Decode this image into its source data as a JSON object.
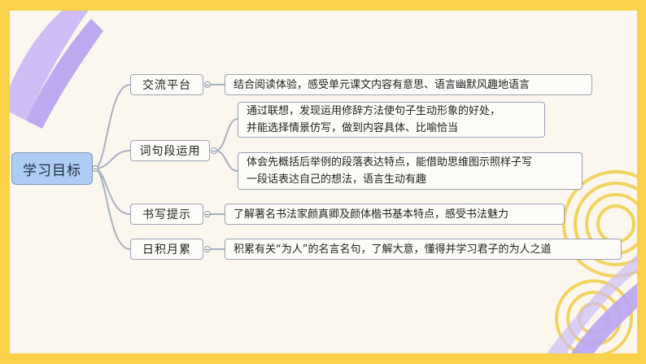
{
  "colors": {
    "frame": "#f9d24a",
    "slide_bg": "#fbf7ee",
    "root_fill": "#aecdf2",
    "connector": "#a7b0c0",
    "decor_purple": "#b9a3f3",
    "decor_yellow": "#f2d35f"
  },
  "mindmap": {
    "root": "学习目标",
    "branches": [
      {
        "label": "交流平台",
        "items": [
          "结合阅读体验，感受单元课文内容有意思、语言幽默风趣地语言"
        ]
      },
      {
        "label": "词句段运用",
        "items": [
          [
            "通过联想，发现运用修辞方法使句子生动形象的好处，",
            "并能选择情景仿写，做到内容具体、比喻恰当"
          ],
          [
            "体会先概括后举例的段落表达特点，能借助思维图示照样子写",
            "一段话表达自己的想法，语言生动有趣"
          ]
        ]
      },
      {
        "label": "书写提示",
        "items": [
          "了解著名书法家颜真卿及颜体楷书基本特点，感受书法魅力"
        ]
      },
      {
        "label": "日积月累",
        "items": [
          "积累有关“为人”的名言名句，了解大意，懂得并学习君子的为人之道"
        ]
      }
    ]
  }
}
